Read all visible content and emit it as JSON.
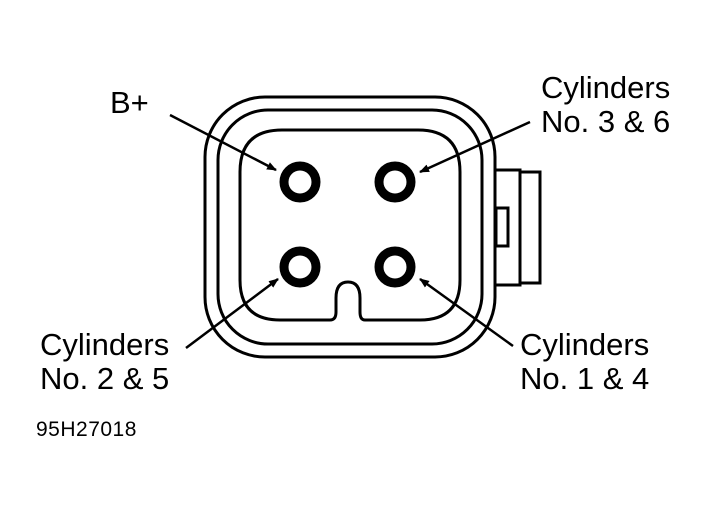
{
  "labels": {
    "b_plus": "B+",
    "top_right": {
      "line1": "Cylinders",
      "line2": "No. 3 & 6"
    },
    "bottom_left": {
      "line1": "Cylinders",
      "line2": "No. 2 & 5"
    },
    "bottom_right": {
      "line1": "Cylinders",
      "line2": "No. 1 & 4"
    }
  },
  "figure_code": "95H27018"
}
